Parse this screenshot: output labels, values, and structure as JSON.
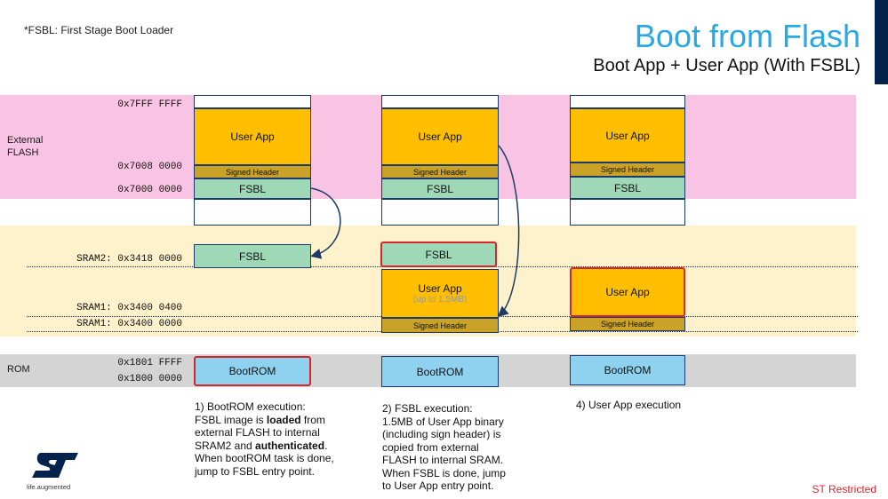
{
  "header": {
    "footnote": "*FSBL: First Stage Boot Loader",
    "title": "Boot from Flash",
    "subtitle": "Boot App + User App (With FSBL)"
  },
  "regions": {
    "external_flash": "External\nFLASH",
    "rom": "ROM"
  },
  "addresses": {
    "a7fff": "0x7FFF FFFF",
    "a7008": "0x7008 0000",
    "a7000": "0x7000 0000",
    "sram2": "SRAM2: 0x3418 0000",
    "sram1_400": "SRAM1: 0x3400 0400",
    "sram1_000": "SRAM1: 0x3400 0000",
    "rom_hi": "0x1801 FFFF",
    "rom_lo": "0x1800 0000"
  },
  "blocks": {
    "user_app": "User App",
    "signed_header": "Signed Header",
    "fsbl": "FSBL",
    "bootrom": "BootROM",
    "up_to": "(up to 1.5MB)"
  },
  "steps": {
    "step1": {
      "l1": "1) BootROM execution:",
      "l2a": "FSBL image is ",
      "l2b": "loaded",
      "l2c": " from",
      "l3": "external FLASH to internal",
      "l4a": "SRAM2 and ",
      "l4b": "authenticated",
      "l4c": ".",
      "l5": "When bootROM task is done,",
      "l6": "jump to FSBL entry point."
    },
    "step2": {
      "l1": "2) FSBL execution:",
      "l2": "1.5MB of User App binary",
      "l3": "(including sign header) is",
      "l4": "copied from external",
      "l5": "FLASH to internal SRAM.",
      "l6": "When FSBL is done, jump",
      "l7": "to User App entry point."
    },
    "step4": "4) User App execution"
  },
  "footer": {
    "tagline": "life.augmented",
    "restricted": "ST Restricted"
  },
  "colors": {
    "accent_blue": "#2aa8e0",
    "flash_band": "#f9c4e4",
    "sram_band": "#fdf2cc",
    "rom_band": "#d4d4d4",
    "user_app": "#ffbf00",
    "signed_header": "#c9a227",
    "fsbl": "#9fd8b6",
    "bootrom": "#8ed2f0",
    "highlight": "#d9252a",
    "st_navy": "#03234b"
  }
}
